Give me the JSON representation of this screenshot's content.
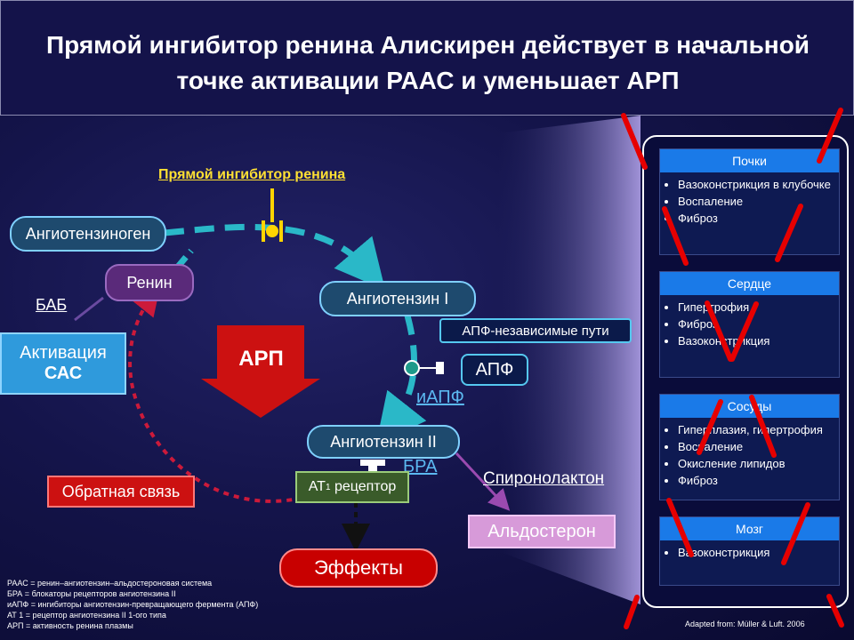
{
  "title": "Прямой ингибитор ренина Алискирен действует в начальной точке активации РААС и уменьшает АРП",
  "diagram": {
    "direct_inhibitor": "Прямой ингибитор ренина",
    "angiotensinogen": "Ангиотензиноген",
    "renin": "Ренин",
    "bab": "БАБ",
    "sas_activation_line1": "Активация",
    "sas_activation_line2": "САС",
    "arp": "АРП",
    "angiotensin1": "Ангиотензин I",
    "ace_independent": "АПФ-независимые пути",
    "ace": "АПФ",
    "iace": "иАПФ",
    "angiotensin2": "Ангиотензин II",
    "bra": "БРА",
    "at1_receptor_prefix": "АТ",
    "at1_receptor_sub": "1",
    "at1_receptor_suffix": " рецептор",
    "spironolactone": "Спиронолактон",
    "aldosterone": "Альдостерон",
    "feedback": "Обратная связь",
    "effects": "Эффекты"
  },
  "legend": [
    "РААС = ренин–ангиотензин–альдостероновая система",
    "БРА  = блокаторы рецепторов ангиотензина II",
    "иАПФ = ингибиторы ангиотензин-превращающего фермента (АПФ)",
    "АТ 1 = рецептор ангиотензина II 1-ого типа",
    "АРП = активность ренина плазмы"
  ],
  "organs": [
    {
      "name": "Почки",
      "items": [
        "Вазоконстрикция в клубочке",
        "Воспаление",
        "Фиброз"
      ]
    },
    {
      "name": "Сердце",
      "items": [
        "Гипертрофия",
        "Фиброз",
        "Вазоконстрикция"
      ]
    },
    {
      "name": "Сосуды",
      "items": [
        "Гиперплазия, гипертрофия",
        "Воспаление",
        "Окисление липидов",
        "Фиброз"
      ]
    },
    {
      "name": "Мозг",
      "items": [
        "Вазоконстрикция"
      ]
    }
  ],
  "credit": "Adapted from: Müller & Luft. 2006",
  "colors": {
    "accent_red": "#e60000",
    "cycle_teal": "#2ab8c8",
    "inhibitor_yellow": "#ffd400",
    "organ_header_blue": "#1a7ae8"
  }
}
